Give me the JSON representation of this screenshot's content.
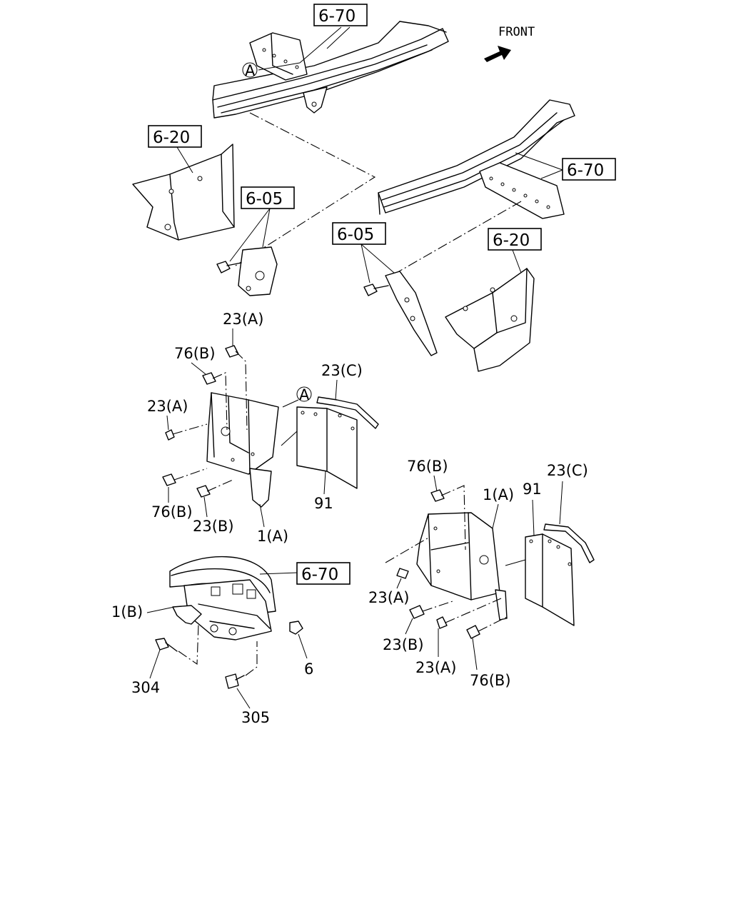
{
  "diagram": {
    "orientation": "FRONT",
    "references": [
      "6-70",
      "6-20",
      "6-05",
      "6-70",
      "6-05",
      "6-20",
      "6-70"
    ],
    "detail_marker": "A",
    "callouts": {
      "left_guard": [
        "23(A)",
        "76(B)",
        "23(A)",
        "76(B)",
        "23(B)",
        "1(A)",
        "23(C)",
        "91"
      ],
      "right_guard": [
        "76(B)",
        "1(A)",
        "91",
        "23(C)",
        "23(A)",
        "23(B)",
        "23(A)",
        "76(B)"
      ],
      "bracket": [
        "1(B)",
        "304",
        "305",
        "6"
      ]
    }
  }
}
